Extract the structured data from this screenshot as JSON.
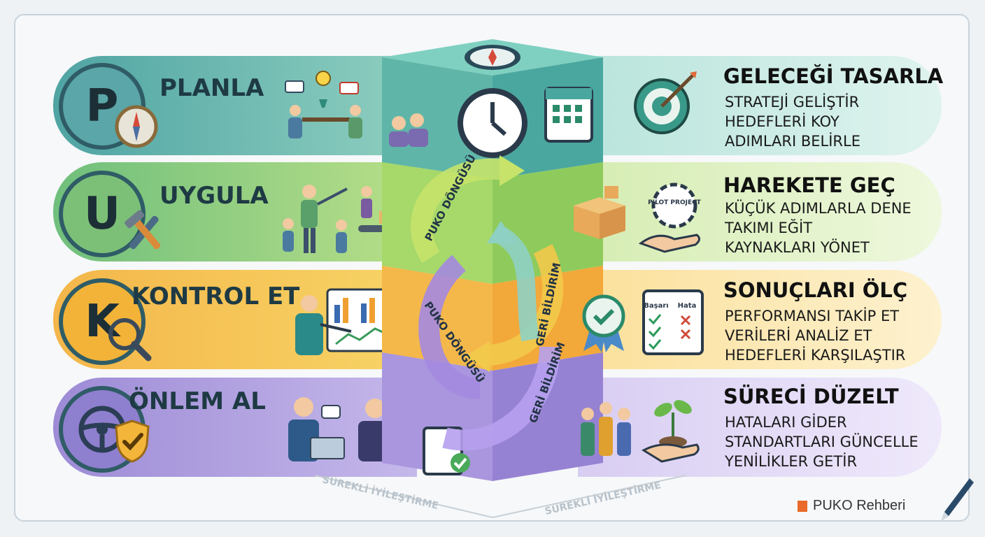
{
  "steps": [
    {
      "letter": "P",
      "title": "PLANLA",
      "right_title": "GELECEĞİ TASARLA",
      "lines": [
        "STRATEJİ GELİŞTİR",
        "HEDEFLERİ KOY",
        "ADIMLARI BELİRLE"
      ]
    },
    {
      "letter": "U",
      "title": "UYGULA",
      "right_title": "HAREKETE GEÇ",
      "lines": [
        "KÜÇÜK ADIMLARLA DENE",
        "TAKIMI EĞİT",
        "KAYNAKLARI YÖNET"
      ]
    },
    {
      "letter": "K",
      "title": "KONTROL ET",
      "right_title": "SONUÇLARI ÖLÇ",
      "lines": [
        "PERFORMANSI TAKİP ET",
        "VERİLERİ ANALİZ ET",
        "HEDEFLERİ KARŞILAŞTIR"
      ]
    },
    {
      "letter": "",
      "title": "ÖNLEM AL",
      "right_title": "SÜRECİ DÜZELT",
      "lines": [
        "HATALARI GİDER",
        "STANDARTLARI GÜNCELLE",
        "YENİLİKLER GETİR"
      ]
    }
  ],
  "cycle": {
    "label_1": "PUKO DÖNGÜSÜ",
    "label_2": "PUKO DÖNGÜSÜ",
    "feedback_1": "GERİ BİLDİRİM",
    "feedback_2": "GERİ BİLDİRİM"
  },
  "base": {
    "left": "SÜREKLİ İYİLEŞTİRME",
    "right": "SÜREKLİ İYİLEŞTİRME"
  },
  "pilot_badge": "PILOT PROJECT",
  "checklist": {
    "success": "Başarı",
    "error": "Hata"
  },
  "footer": "PUKO Rehberi",
  "colors": {
    "plan": "#5aa6a8",
    "do": "#7cc078",
    "check": "#f2b338",
    "act": "#8f7fcf",
    "text": "#1e3a44"
  },
  "icons": [
    "compass-icon",
    "team-meeting-icon",
    "tools-icon",
    "workers-icon",
    "conveyor-icon",
    "magnifier-icon",
    "presenter-dashboard-icon",
    "steering-wheel-icon",
    "shield-check-icon",
    "businesspeople-icon",
    "clock-icon",
    "calendar-icon",
    "target-icon",
    "box-icon",
    "pilot-gear-icon",
    "medal-icon",
    "checklist-icon",
    "celebration-icon",
    "plant-hand-icon",
    "pen-icon"
  ]
}
